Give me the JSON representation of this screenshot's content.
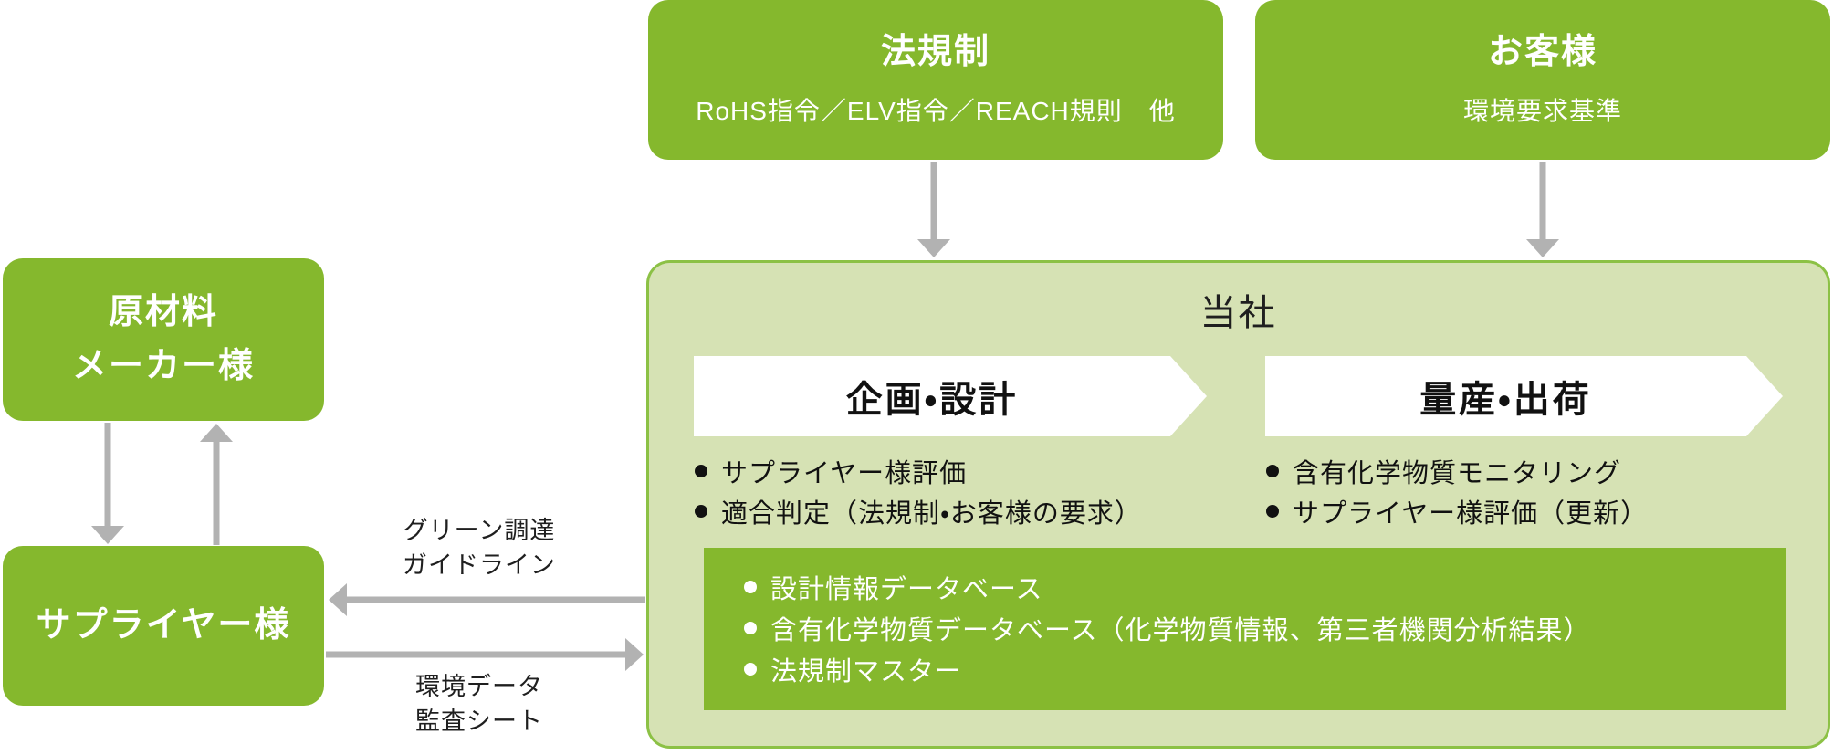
{
  "colors": {
    "green": "#85b82d",
    "light_green": "#d6e2b4",
    "border_green": "#8cc145",
    "arrow_gray": "#b2b2b2",
    "text_dark": "#1f1f1f",
    "white": "#ffffff"
  },
  "external": {
    "regulation": {
      "title": "法規制",
      "subtitle": "RoHS指令／ELV指令／REACH規則　他"
    },
    "customer": {
      "title": "お客様",
      "subtitle": "環境要求基準"
    },
    "raw_material": {
      "line1": "原材料",
      "line2": "メーカー様"
    },
    "supplier": {
      "title": "サプライヤー様"
    }
  },
  "connectors": {
    "green_procurement": {
      "line1": "グリーン調達",
      "line2": "ガイドライン"
    },
    "environment_data": {
      "line1": "環境データ",
      "line2": "監査シート"
    }
  },
  "company": {
    "title": "当社",
    "phases": [
      {
        "label": "企画・設計",
        "bullets": [
          "サプライヤー様評価",
          "適合判定（法規制・お客様の要求）"
        ]
      },
      {
        "label": "量産・出荷",
        "bullets": [
          "含有化学物質モニタリング",
          "サプライヤー様評価（更新）"
        ]
      }
    ],
    "database": {
      "items": [
        "設計情報データベース",
        "含有化学物質データベース（化学物質情報、第三者機関分析結果）",
        "法規制マスター"
      ]
    }
  }
}
